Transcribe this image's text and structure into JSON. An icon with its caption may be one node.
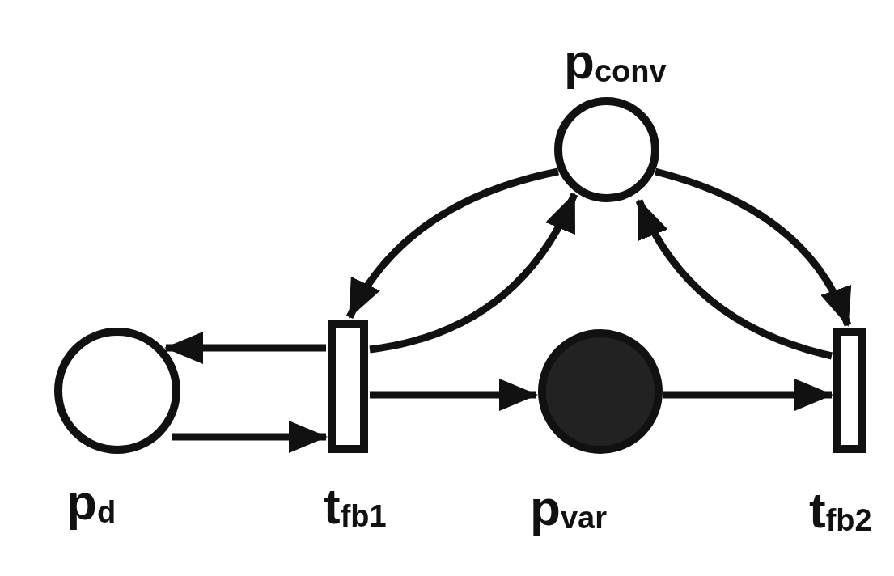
{
  "diagram": {
    "nodes": [
      {
        "text": [],
        "shape": "circle",
        "beside": [
          "p$_{conv}$"
        ]
      },
      {
        "text": [],
        "shape": "circle",
        "beside": [
          "p$_{d}$"
        ]
      },
      {
        "text": [],
        "shape": "bar",
        "beside": [
          "t$_{fb1}$"
        ]
      },
      {
        "text": [],
        "shape": "circle",
        "beside": [
          "p$_{var}$"
        ]
      },
      {
        "text": [],
        "shape": "bar",
        "beside": [
          "t$_{fb2}$"
        ]
      }
    ],
    "edges": [
      {
        "from": 0,
        "to": 2,
        "arrow": "to"
      },
      {
        "from": 2,
        "to": 0,
        "arrow": "to"
      },
      {
        "from": 0,
        "to": 4,
        "arrow": "to"
      },
      {
        "from": 4,
        "to": 0,
        "arrow": "to"
      },
      {
        "from": 2,
        "to": 1,
        "arrow": "to"
      },
      {
        "from": 1,
        "to": 2,
        "arrow": "to"
      },
      {
        "from": 2,
        "to": 3,
        "arrow": "to"
      },
      {
        "from": 3,
        "to": 4,
        "arrow": "to"
      }
    ]
  }
}
